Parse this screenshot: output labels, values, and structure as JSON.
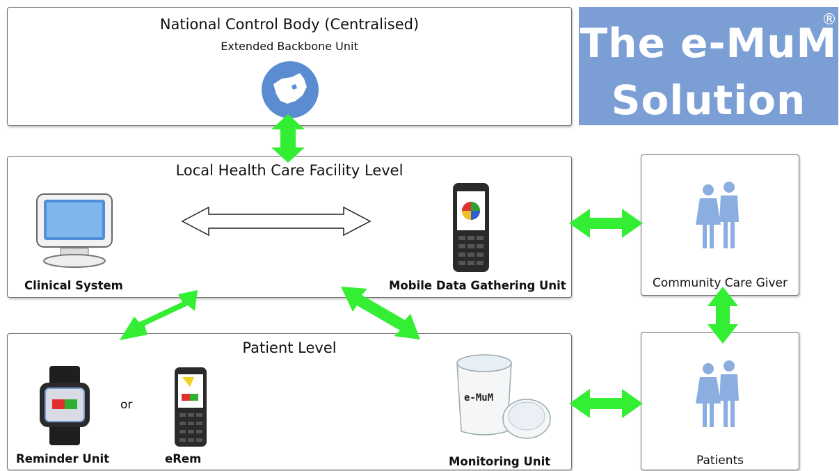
{
  "national": {
    "title": "National Control Body (Centralised)",
    "subtitle": "Extended Backbone Unit"
  },
  "brand": {
    "line1": "The e-MuM",
    "registered": "®",
    "line2": "Solution",
    "color": "#7b9fd4"
  },
  "local": {
    "title": "Local Health Care Facility Level",
    "clinical_label": "Clinical System",
    "mobile_label": "Mobile Data Gathering Unit"
  },
  "patient": {
    "title": "Patient Level",
    "reminder_label": "Reminder Unit",
    "or_text": "or",
    "erem_label": "eRem",
    "monitoring_label": "Monitoring Unit",
    "cup_text": "e-MuM"
  },
  "community": {
    "label": "Community Care Giver"
  },
  "patients": {
    "label": "Patients"
  },
  "colors": {
    "arrow_green": "#33ee33",
    "people_blue": "#8aaee0",
    "globe_blue": "#5b8bd0"
  },
  "icons": [
    "globe-icon",
    "computer-monitor-icon",
    "mobile-phone-icon",
    "people-icon",
    "watch-icon",
    "pill-cup-icon"
  ]
}
